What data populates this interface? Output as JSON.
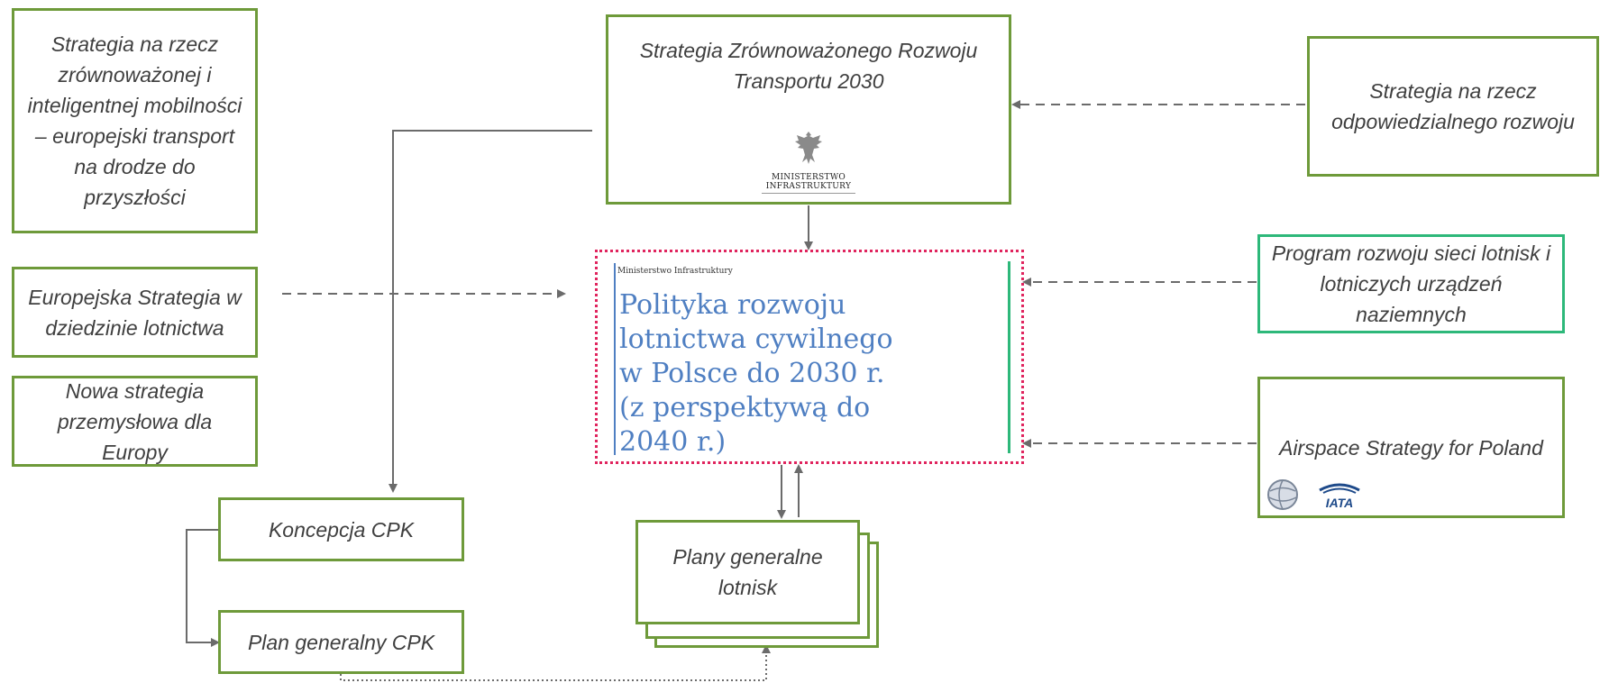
{
  "boxes": {
    "eu_mobility": "Strategia na rzecz zrównoważonej i inteligentnej mobilności – europejski transport na drodze do przyszłości",
    "eu_aviation": "Europejska Strategia w dziedzinie lotnictwa",
    "eu_industrial": "Nowa strategia przemysłowa dla Europy",
    "srt_2030": "Strategia Zrównoważonego Rozwoju Transportu 2030",
    "responsible_dev": "Strategia na rzecz odpowiedzialnego rozwoju",
    "airport_network": "Program rozwoju sieci lotnisk i lotniczych urządzeń naziemnych",
    "airspace": "Airspace Strategy for Poland",
    "cpk_concept": "Koncepcja CPK",
    "cpk_plan": "Plan generalny CPK",
    "airport_plans": "Plany generalne lotnisk"
  },
  "ministry_caption": "MINISTERSTWO\nINFRASTRUKTURY",
  "policy_doc": {
    "header": "Ministerstwo Infrastruktury",
    "title": "Polityka rozwoju\nlotnictwa cywilnego\nw Polsce do 2030 r.\n(z perspektywą do\n2040 r.)"
  },
  "logos": {
    "left": "globe-logo",
    "right_text": "IATA"
  },
  "colors": {
    "box_border": "#6e9a3a",
    "teal_border": "#2db87a",
    "policy_frame": "#e0245e",
    "policy_text": "#4f7fc2",
    "connector": "#6b6b6b"
  }
}
